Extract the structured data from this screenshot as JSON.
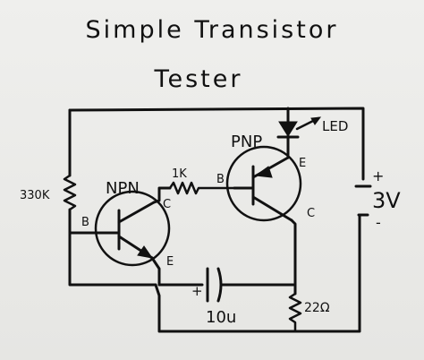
{
  "title_line1": "Simple Transistor",
  "title_line2": "Tester",
  "labels": {
    "npn": "NPN",
    "pnp": "PNP",
    "base_npn": "B",
    "collector_npn": "C",
    "emitter_npn": "E",
    "base_pnp": "B",
    "emitter_pnp": "E",
    "collector_pnp": "C",
    "r_base_npn": "330K",
    "r_link": "1K",
    "r_load": "22Ω",
    "capacitor": "10u",
    "cap_plus": "+",
    "led": "LED",
    "battery_plus": "+",
    "battery_value": "3V",
    "battery_minus": "-"
  }
}
